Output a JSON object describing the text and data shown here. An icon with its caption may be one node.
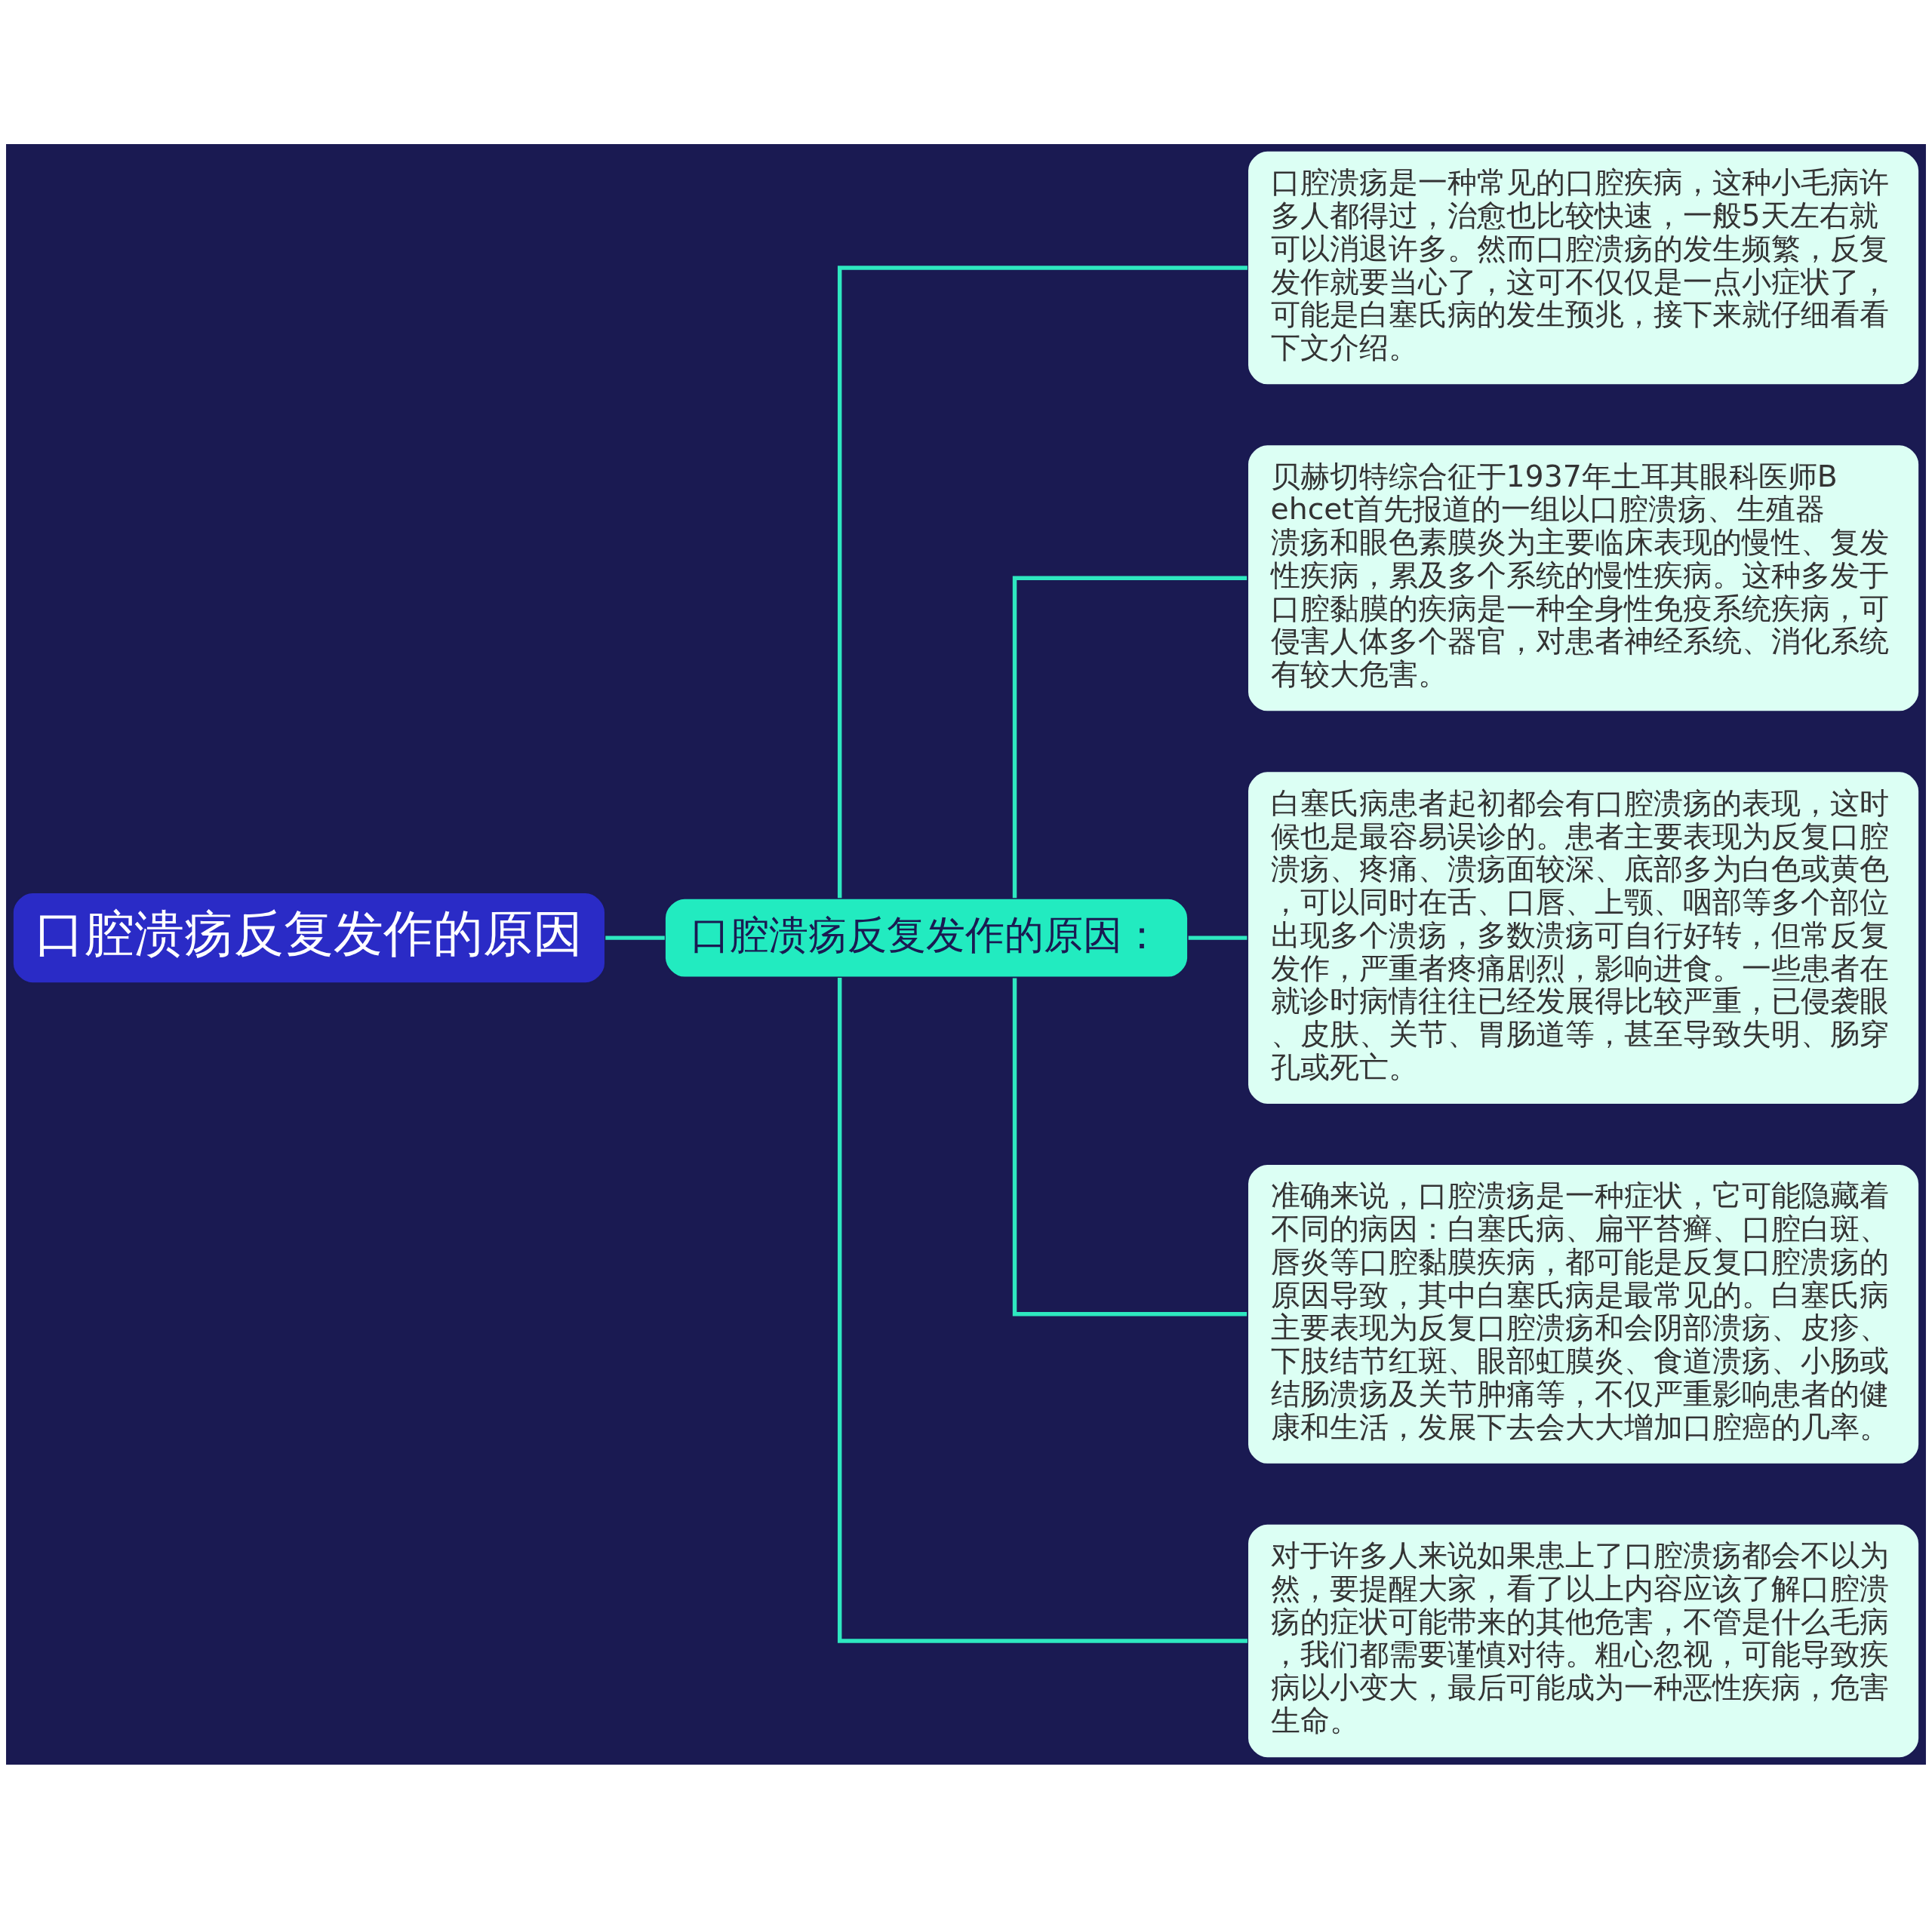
{
  "diagram": {
    "nodes": [
      {
        "text": [
          "口腔溃疡反复发作的原因"
        ]
      },
      {
        "text": [
          "口腔溃疡反复发作的原因："
        ]
      },
      {
        "text": [
          "口腔溃疡是一种常见的口腔疾病，这种小毛病许多人都得过，治愈也比较快速，一般5天左右就可以消退许多。然而口腔溃疡的发生频繁，反复发作就要当心了，这可不仅仅是一点小症状了，可能是白塞氏病的发生预兆，接下来就仔细看看下文介绍。"
        ]
      },
      {
        "text": [
          "贝赫切特综合征于1937年土耳其眼科医师Behcet首先报道的一组以口腔溃疡、生殖器溃疡和眼色素膜炎为主要临床表现的慢性、复发性疾病，累及多个系统的慢性疾病。这种多发于口腔黏膜的疾病是一种全身性免疫系统疾病，可侵害人体多个器官，对患者神经系统、消化系统有较大危害。"
        ]
      },
      {
        "text": [
          "白塞氏病患者起初都会有口腔溃疡的表现，这时候也是最容易误诊的。患者主要表现为反复口腔溃疡、疼痛、溃疡面较深、底部多为白色或黄色，可以同时在舌、口唇、上颚、咽部等多个部位出现多个溃疡，多数溃疡可自行好转，但常反复发作，严重者疼痛剧烈，影响进食。一些患者在就诊时病情往往已经发展得比较严重，已侵袭眼、皮肤、关节、胃肠道等，甚至导致失明、肠穿孔或死亡。"
        ]
      },
      {
        "text": [
          "准确来说，口腔溃疡是一种症状，它可能隐藏着不同的病因：白塞氏病、扁平苔癣、口腔白斑、唇炎等口腔黏膜疾病，都可能是反复口腔溃疡的原因导致，其中白塞氏病是最常见的。白塞氏病主要表现为反复口腔溃疡和会阴部溃疡、皮疹、下肢结节红斑、眼部虹膜炎、食道溃疡、小肠或结肠溃疡及关节肿痛等，不仅严重影响患者的健康和生活，发展下去会大大增加口腔癌的几率。"
        ]
      },
      {
        "text": [
          "对于许多人来说如果患上了口腔溃疡都会不以为然，要提醒大家，看了以上内容应该了解口腔溃疡的症状可能带来的其他危害，不管是什么毛病，我们都需要谨慎对待。粗心忽视，可能导致疾病以小变大，最后可能成为一种恶性疾病，危害生命。"
        ]
      }
    ],
    "edges": [
      {
        "from": 0,
        "to": 1,
        "arrow": "none"
      },
      {
        "from": 1,
        "to": 2,
        "arrow": "none"
      },
      {
        "from": 1,
        "to": 3,
        "arrow": "none"
      },
      {
        "from": 1,
        "to": 4,
        "arrow": "none"
      },
      {
        "from": 1,
        "to": 5,
        "arrow": "none"
      },
      {
        "from": 1,
        "to": 6,
        "arrow": "none"
      }
    ]
  }
}
